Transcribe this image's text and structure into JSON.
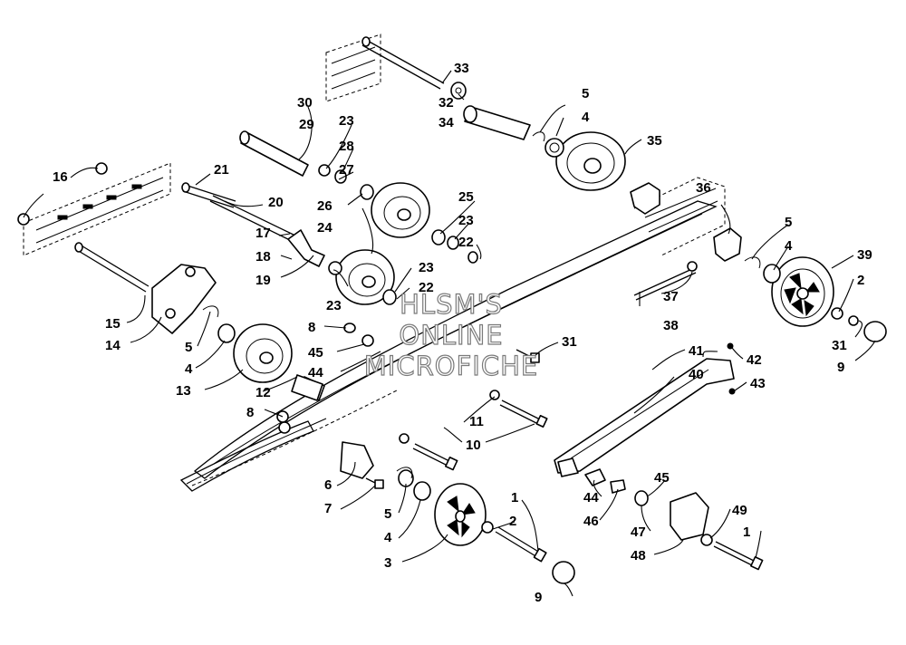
{
  "watermark": {
    "line1": "HLSM'S",
    "line2": "ONLINE",
    "line3": "MICROFICHE"
  },
  "callouts": {
    "c1a": "1",
    "c1b": "1",
    "c2a": "2",
    "c2b": "2",
    "c3": "3",
    "c4a": "4",
    "c4b": "4",
    "c4c": "4",
    "c4d": "4",
    "c5a": "5",
    "c5b": "5",
    "c5c": "5",
    "c5d": "5",
    "c6": "6",
    "c7": "7",
    "c8a": "8",
    "c8b": "8",
    "c9a": "9",
    "c9b": "9",
    "c10": "10",
    "c11": "11",
    "c12": "12",
    "c13": "13",
    "c14": "14",
    "c15": "15",
    "c16": "16",
    "c17": "17",
    "c18": "18",
    "c19": "19",
    "c20": "20",
    "c21": "21",
    "c22a": "22",
    "c22b": "22",
    "c23a": "23",
    "c23b": "23",
    "c23c": "23",
    "c23d": "23",
    "c24": "24",
    "c25": "25",
    "c26": "26",
    "c27": "27",
    "c28": "28",
    "c29": "29",
    "c30": "30",
    "c31a": "31",
    "c31b": "31",
    "c32": "32",
    "c33": "33",
    "c34": "34",
    "c35": "35",
    "c36": "36",
    "c37": "37",
    "c38": "38",
    "c39": "39",
    "c40": "40",
    "c41": "41",
    "c42": "42",
    "c43": "43",
    "c44a": "44",
    "c44b": "44",
    "c45a": "45",
    "c45b": "45",
    "c46": "46",
    "c47": "47",
    "c48": "48",
    "c49": "49"
  }
}
